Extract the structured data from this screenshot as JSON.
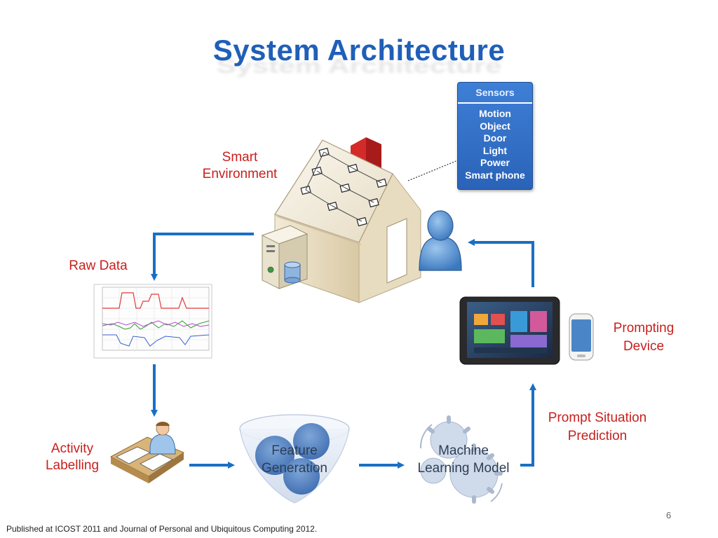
{
  "title": "System Architecture",
  "sensors": {
    "header": "Sensors",
    "items": [
      "Motion",
      "Object",
      "Door",
      "Light",
      "Power",
      "Smart phone"
    ]
  },
  "labels": {
    "smart_environment": [
      "Smart",
      "Environment"
    ],
    "raw_data": "Raw Data",
    "activity_labelling": [
      "Activity",
      "Labelling"
    ],
    "feature_generation": [
      "Feature",
      "Generation"
    ],
    "machine_learning": [
      "Machine",
      "Learning Model"
    ],
    "prompt_situation": [
      "Prompt Situation",
      "Prediction"
    ],
    "prompting_device": [
      "Prompting",
      "Device"
    ]
  },
  "footer": "Published at ICOST 2011 and Journal of Personal and Ubiquitous Computing 2012.",
  "page_number": "6",
  "colors": {
    "title": "#1f5fb8",
    "arrow": "#1a6fc4",
    "label_red": "#c8201e",
    "label_dark": "#4a4a4a",
    "sensor_box": "#2f6cc4"
  }
}
